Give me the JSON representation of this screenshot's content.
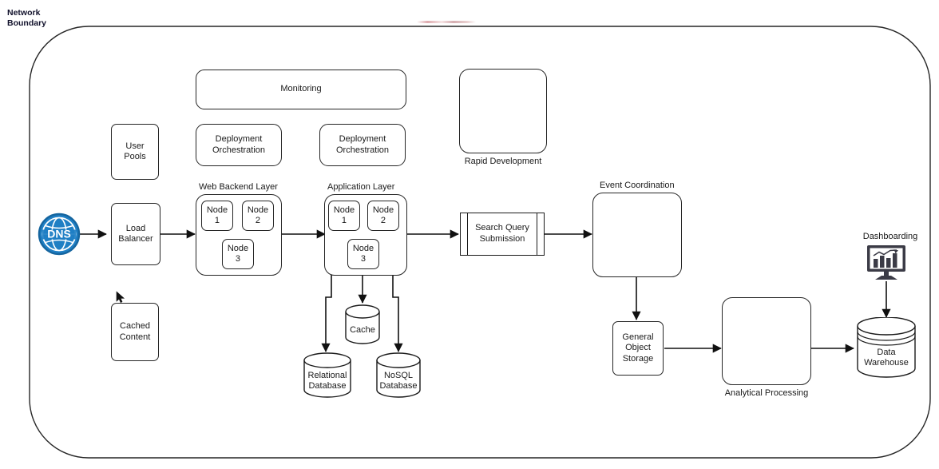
{
  "diagram": {
    "title_label": "Network\nBoundary",
    "boundary_name": "network-boundary",
    "colors": {
      "stroke": "#262626",
      "text": "#1a1a1a",
      "dns_blue": "#1f7fc4",
      "dns_blue_dark": "#15659f",
      "monitor_dark": "#3b3b46",
      "boundary_label": "#11112b"
    }
  },
  "nodes": {
    "dns": {
      "label": "DNS",
      "icon": "globe-dns-icon"
    },
    "load_balancer": {
      "label": "Load\nBalancer"
    },
    "user_pools": {
      "label": "User\nPools"
    },
    "cached_content": {
      "label": "Cached\nContent"
    },
    "monitoring": {
      "label": "Monitoring"
    },
    "deployment_orchestration_web": {
      "label": "Deployment\nOrchestration"
    },
    "deployment_orchestration_app": {
      "label": "Deployment\nOrchestration"
    },
    "rapid_development": {
      "label": "Rapid Development"
    },
    "web_backend_layer": {
      "label": "Web Backend Layer",
      "nodes": [
        {
          "label": "Node\n1"
        },
        {
          "label": "Node\n2"
        },
        {
          "label": "Node\n3"
        }
      ]
    },
    "application_layer": {
      "label": "Application Layer",
      "nodes": [
        {
          "label": "Node\n1"
        },
        {
          "label": "Node\n2"
        },
        {
          "label": "Node\n3"
        }
      ]
    },
    "search_query_submission": {
      "label": "Search Query\nSubmission"
    },
    "event_coordination": {
      "label": "Event Coordination"
    },
    "cache": {
      "label": "Cache"
    },
    "relational_database": {
      "label": "Relational\nDatabase"
    },
    "nosql_database": {
      "label": "NoSQL\nDatabase"
    },
    "general_object_storage": {
      "label": "General\nObject\nStorage"
    },
    "analytical_processing": {
      "label": "Analytical Processing"
    },
    "data_warehouse": {
      "label": "Data\nWarehouse"
    },
    "dashboarding": {
      "label": "Dashboarding",
      "icon": "monitor-chart-icon"
    }
  },
  "pointer": {
    "icon": "mouse-cursor-icon"
  }
}
